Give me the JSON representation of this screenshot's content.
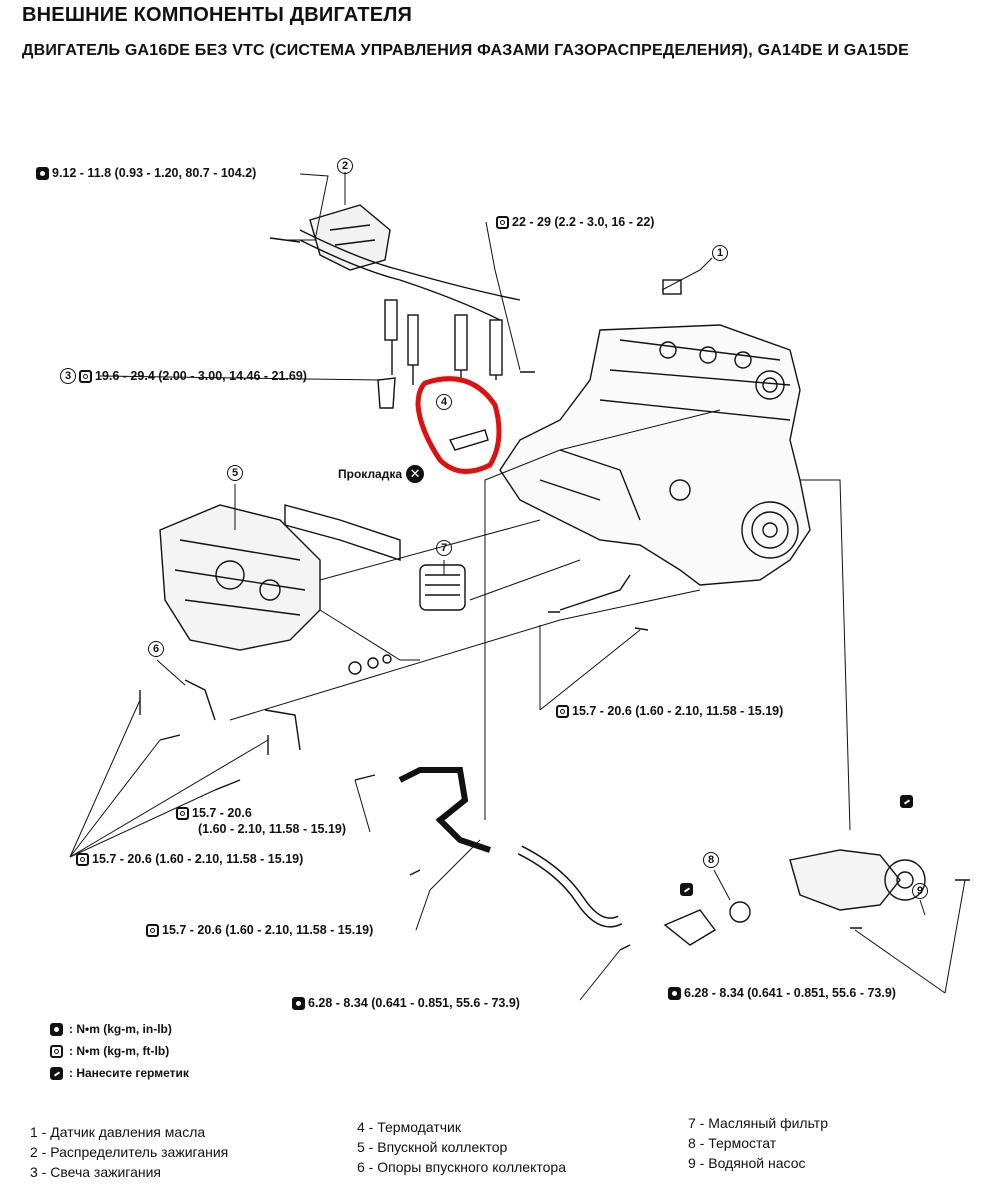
{
  "header": {
    "title": "ВНЕШНИЕ КОМПОНЕНТЫ ДВИГАТЕЛЯ",
    "subtitle": "ДВИГАТЕЛЬ GA16DE БЕЗ VTC (СИСТЕМА УПРАВЛЕНИЯ ФАЗАМИ ГАЗОРАСПРЕДЕЛЕНИЯ), GA14DE И GA15DE"
  },
  "callouts": {
    "n1": "1",
    "n2": "2",
    "n3": "3",
    "n4": "4",
    "n5": "5",
    "n6": "6",
    "n7": "7",
    "n8": "8",
    "n9": "9"
  },
  "torque_specs": {
    "distributor": "9.12 - 11.8 (0.93 - 1.20, 80.7 - 104.2)",
    "oil_sensor": "22 - 29 (2.2 - 3.0, 16 - 22)",
    "spark_plug": "19.6 - 29.4 (2.00 - 3.00, 14.46 - 21.69)",
    "bracket_bolts": "15.7 - 20.6 (1.60 - 2.10, 11.58 - 15.19)",
    "manifold_bolts_line1": "15.7 - 20.6",
    "manifold_bolts_line2": "(1.60 - 2.10, 11.58 - 15.19)",
    "manifold_lower": "15.7 - 20.6 (1.60 - 2.10, 11.58 - 15.19)",
    "water_pipe": "15.7 - 20.6 (1.60 - 2.10, 11.58 - 15.19)",
    "thermostat_housing": "6.28 - 8.34 (0.641 - 0.851, 55.6 - 73.9)",
    "water_pump": "6.28 - 8.34 (0.641 - 0.851, 55.6 - 73.9)"
  },
  "gasket_label": "Прокладка",
  "legend": [
    {
      "icon": "torque-filled-icon",
      "text": ": N•m (kg-m, in-lb)"
    },
    {
      "icon": "torque-outline-icon",
      "text": ": N•m (kg-m, ft-lb)"
    },
    {
      "icon": "sealant-icon",
      "text": ": Нанесите герметик"
    }
  ],
  "parts_list": {
    "col1": [
      "1 - Датчик давления масла",
      "2 - Распределитель зажигания",
      "3 - Свеча зажигания"
    ],
    "col2": [
      "4 - Термодатчик",
      "5 - Впускной коллектор",
      "6 - Опоры впускного коллектора"
    ],
    "col3": [
      "7 - Масляный фильтр",
      "8 - Термостат",
      "9 - Водяной насос"
    ]
  },
  "colors": {
    "highlight": "#e01010",
    "ink": "#111111"
  }
}
